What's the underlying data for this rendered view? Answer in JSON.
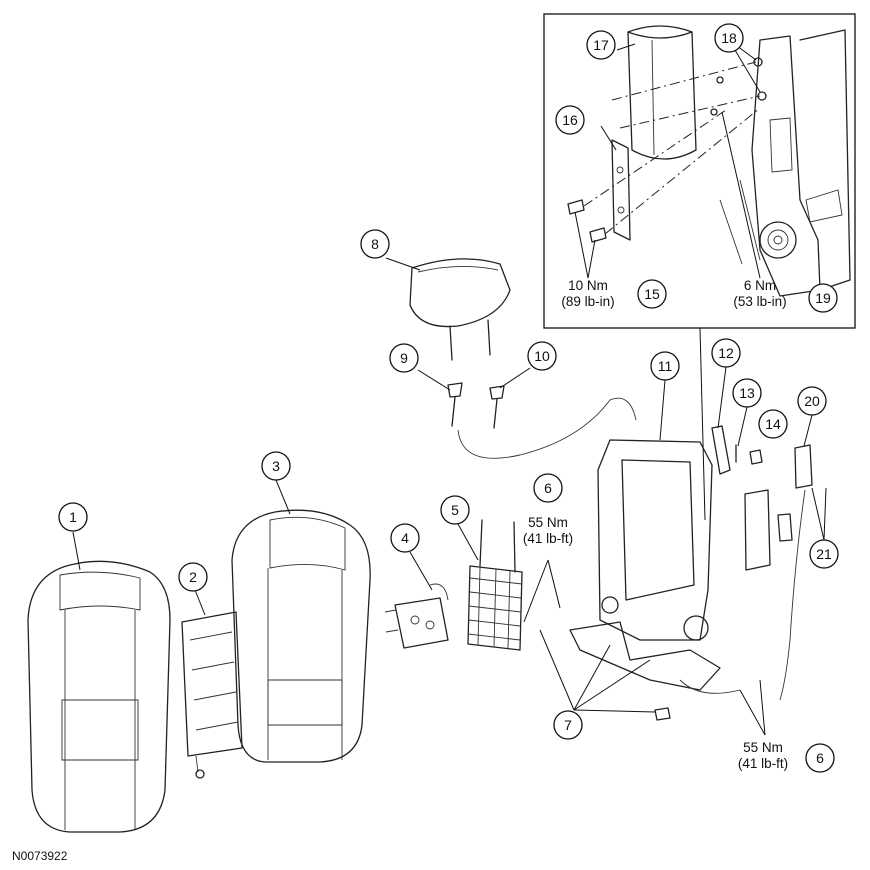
{
  "callouts": [
    {
      "id": "c1",
      "label": "1"
    },
    {
      "id": "c2",
      "label": "2"
    },
    {
      "id": "c3",
      "label": "3"
    },
    {
      "id": "c4",
      "label": "4"
    },
    {
      "id": "c5",
      "label": "5"
    },
    {
      "id": "c6a",
      "label": "6"
    },
    {
      "id": "c6b",
      "label": "6"
    },
    {
      "id": "c7",
      "label": "7"
    },
    {
      "id": "c8",
      "label": "8"
    },
    {
      "id": "c9",
      "label": "9"
    },
    {
      "id": "c10",
      "label": "10"
    },
    {
      "id": "c11",
      "label": "11"
    },
    {
      "id": "c12",
      "label": "12"
    },
    {
      "id": "c13",
      "label": "13"
    },
    {
      "id": "c14",
      "label": "14"
    },
    {
      "id": "c15",
      "label": "15"
    },
    {
      "id": "c16",
      "label": "16"
    },
    {
      "id": "c17",
      "label": "17"
    },
    {
      "id": "c18",
      "label": "18"
    },
    {
      "id": "c19",
      "label": "19"
    },
    {
      "id": "c20",
      "label": "20"
    },
    {
      "id": "c21",
      "label": "21"
    }
  ],
  "torque_specs": {
    "spec_15": {
      "line1": "10 Nm",
      "line2": "(89 lb-in)"
    },
    "spec_19": {
      "line1": "6 Nm",
      "line2": "(53 lb-in)"
    },
    "spec_6_upper": {
      "line1": "55 Nm",
      "line2": "(41 lb-ft)"
    },
    "spec_6_lower": {
      "line1": "55 Nm",
      "line2": "(41 lb-ft)"
    }
  },
  "reference_code": "N0073922"
}
